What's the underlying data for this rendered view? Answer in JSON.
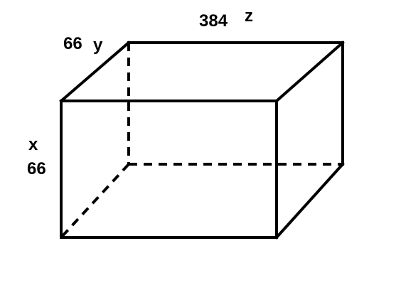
{
  "labels": {
    "z_value": "384",
    "z_axis": "z",
    "y_value": "66",
    "y_axis": "y",
    "x_axis": "x",
    "x_value": "66"
  }
}
